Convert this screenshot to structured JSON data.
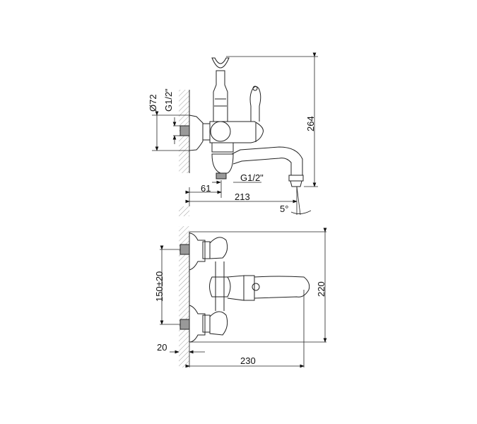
{
  "top_view": {
    "dim_diameter": "Ø72",
    "dim_thread_inlet": "G1/2\"",
    "dim_thread_outlet": "G1/2\"",
    "dim_outlet_offset": "61",
    "dim_spout_reach": "213",
    "dim_height": "264",
    "dim_angle": "5°"
  },
  "bottom_view": {
    "dim_centers": "150±20",
    "dim_wall": "20",
    "dim_length": "230",
    "dim_depth": "220"
  },
  "colors": {
    "line": "#222222",
    "background": "#ffffff"
  }
}
